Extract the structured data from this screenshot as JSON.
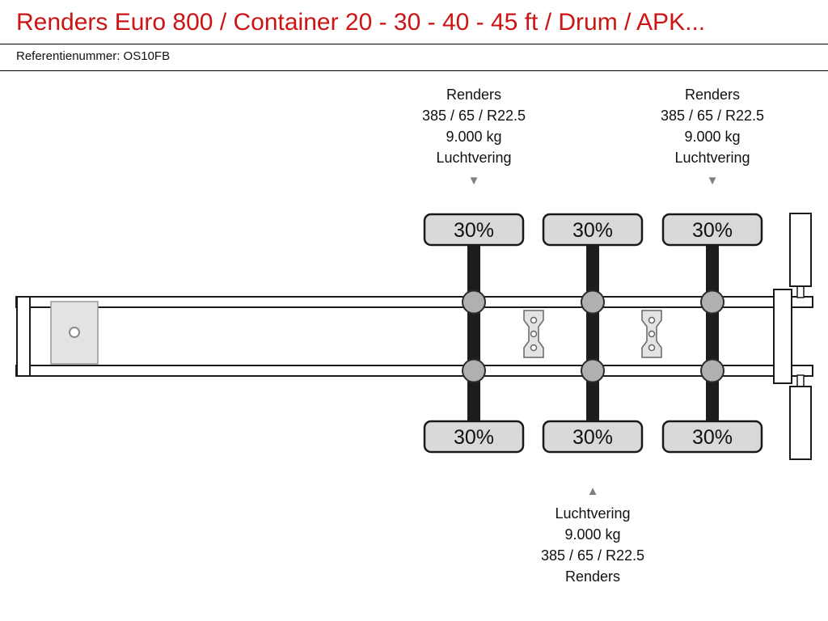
{
  "header": {
    "title": "Renders Euro 800 / Container 20 - 30 - 40 - 45 ft / Drum / APK...",
    "reference": "Referentienummer: OS10FB"
  },
  "diagram": {
    "top_annotations": [
      {
        "lines": [
          "Renders",
          "385 / 65 / R22.5",
          "9.000 kg",
          "Luchtvering"
        ]
      },
      {
        "lines": [
          "Renders",
          "385 / 65 / R22.5",
          "9.000 kg",
          "Luchtvering"
        ]
      }
    ],
    "bottom_annotation": {
      "lines": [
        "Luchtvering",
        "9.000 kg",
        "385 / 65 / R22.5",
        "Renders"
      ]
    },
    "axles": [
      {
        "top_load": "30%",
        "bottom_load": "30%"
      },
      {
        "top_load": "30%",
        "bottom_load": "30%"
      },
      {
        "top_load": "30%",
        "bottom_load": "30%"
      }
    ],
    "colors": {
      "title_red": "#cc1414",
      "tire_fill": "#d9d9d9",
      "axle_dark": "#1d1d1d",
      "hub_gray": "#b0b0b0",
      "plate_gray": "#e3e3e3",
      "arrow_gray": "#7f7f7f"
    }
  }
}
